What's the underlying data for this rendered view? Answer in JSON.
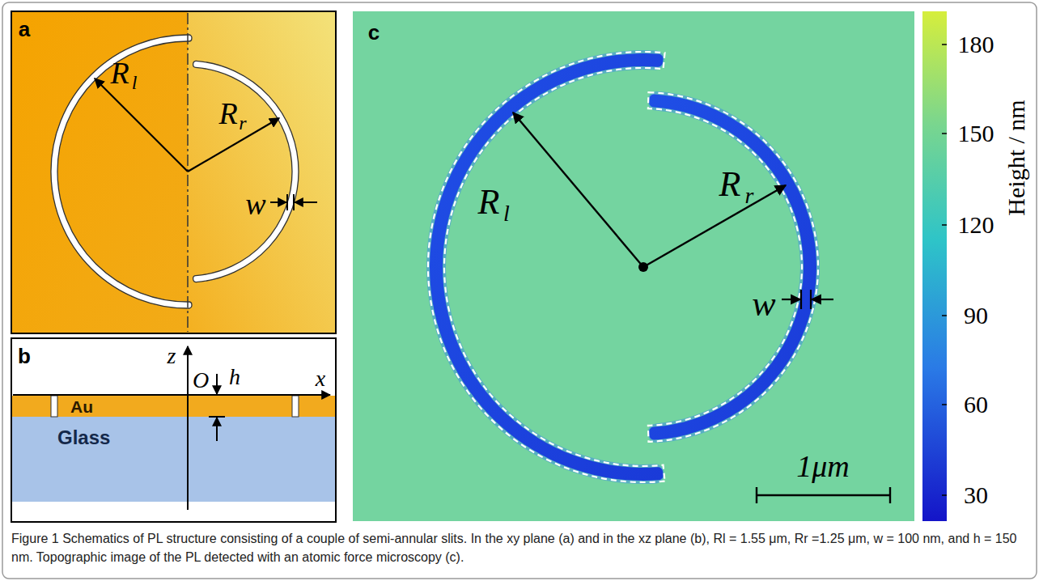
{
  "diagram": {
    "caption": "Figure 1 Schematics of PL structure consisting of a couple of semi-annular slits. In the xy plane (a) and in the xz plane (b), Rl = 1.55 μm, Rr =1.25 μm, w = 100 nm, and h = 150 nm. Topographic image of the PL detected with an atomic force microscopy (c).",
    "nodes": [
      {
        "text": [
          "Au"
        ]
      },
      {
        "text": [
          "Glass"
        ]
      }
    ],
    "labels": [
      "a",
      "R",
      "l",
      "R",
      "r",
      "w",
      "b",
      "z",
      "O",
      "h",
      "x",
      "c",
      "R",
      "l",
      "R",
      "r",
      "w",
      "1μm",
      "180",
      "150",
      "120",
      "90",
      "60",
      "30",
      "Height / nm"
    ]
  }
}
